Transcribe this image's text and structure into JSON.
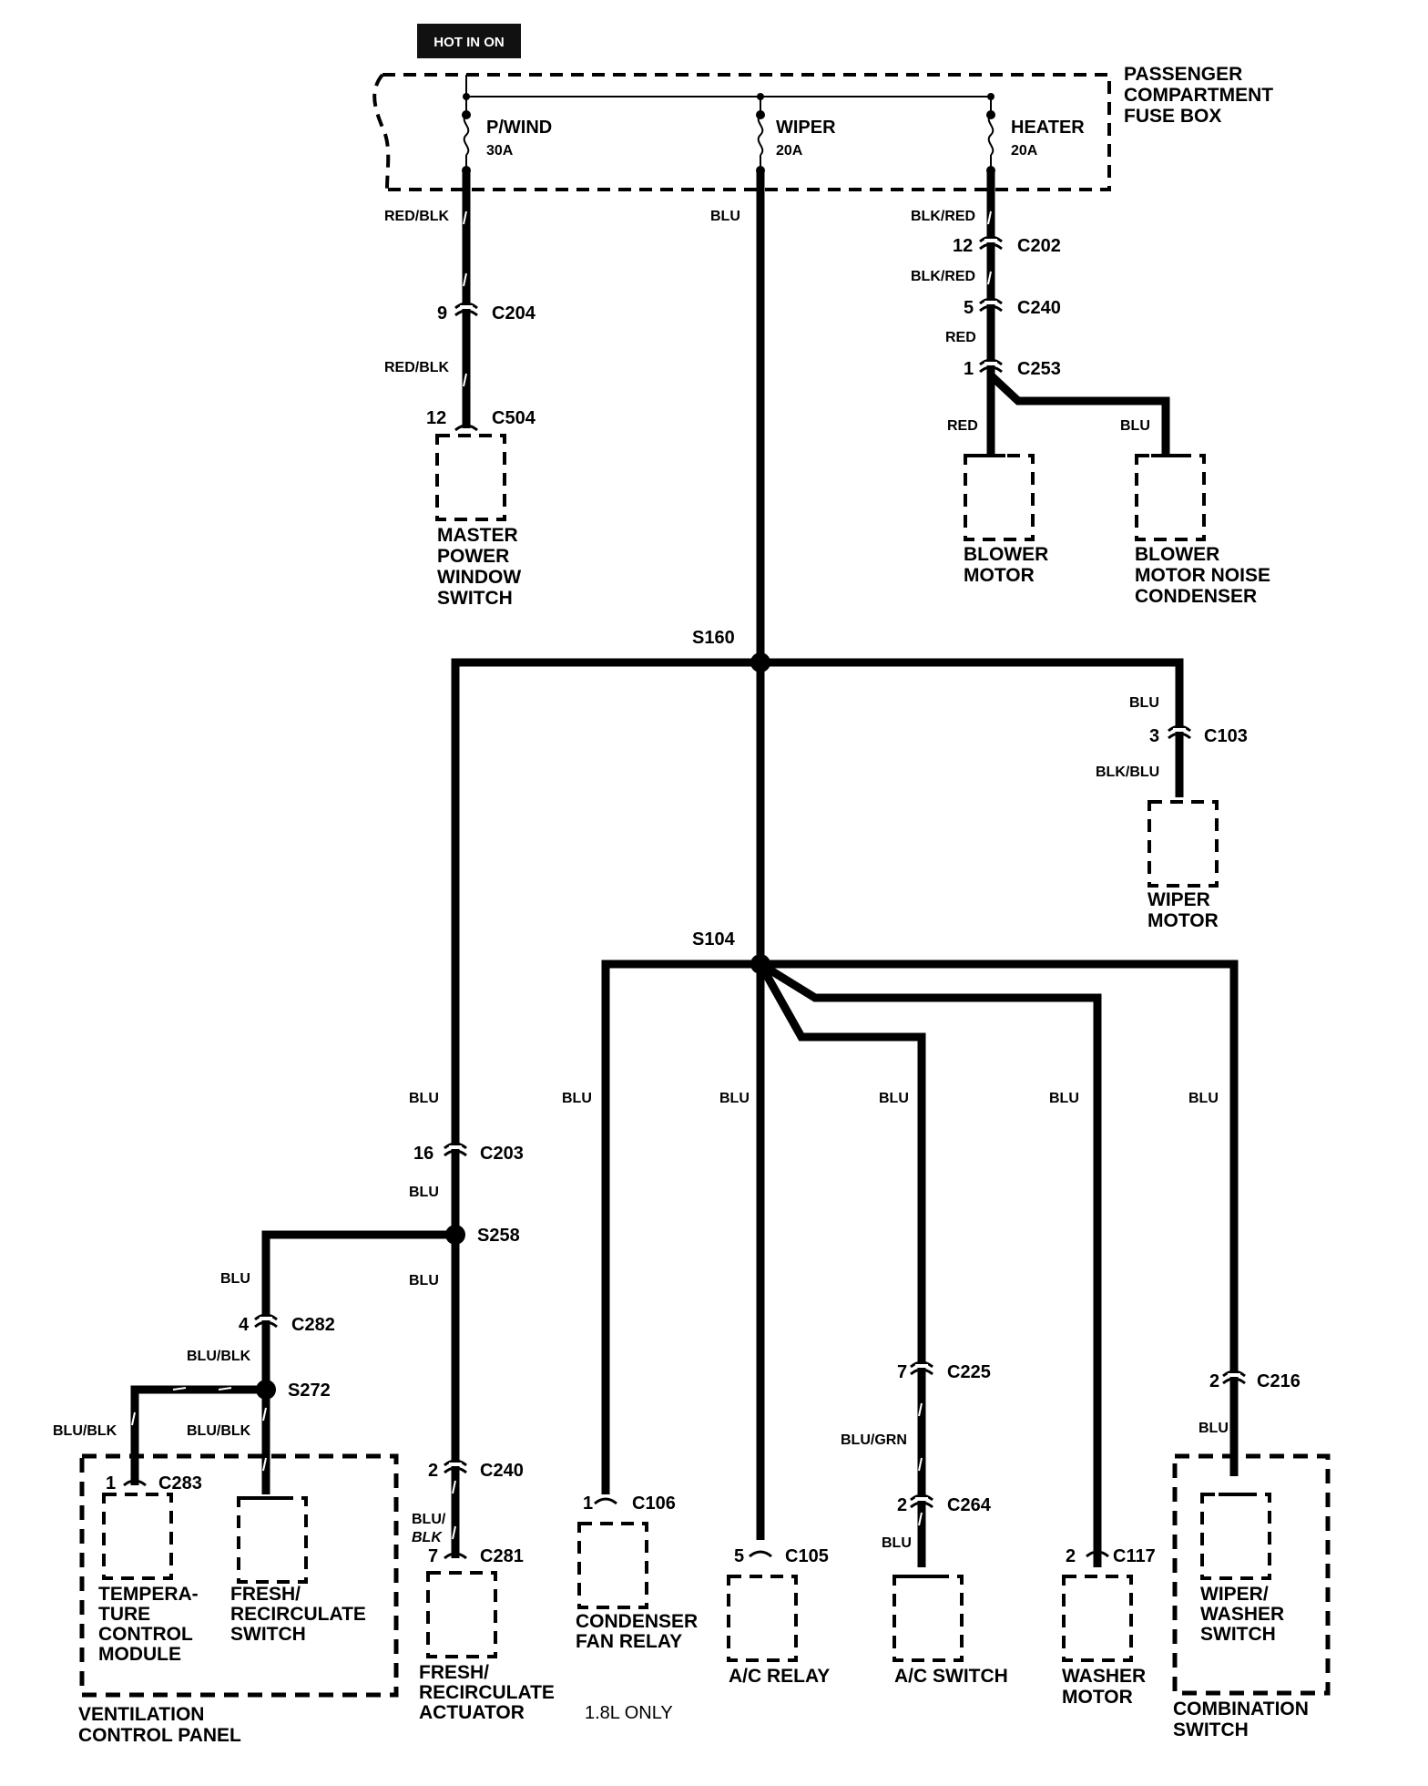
{
  "power": {
    "hot_label": "HOT IN ON"
  },
  "fusebox": {
    "name": [
      "PASSENGER",
      "COMPARTMENT",
      "FUSE BOX"
    ],
    "fuses": [
      {
        "name": "P/WIND",
        "rating": "30A"
      },
      {
        "name": "WIPER",
        "rating": "20A"
      },
      {
        "name": "HEATER",
        "rating": "20A"
      }
    ]
  },
  "wires": {
    "red_blk": "RED/BLK",
    "blu": "BLU",
    "blk_red": "BLK/RED",
    "red": "RED",
    "blk_blu": "BLK/BLU",
    "blu_blk": "BLU/BLK",
    "blu_grn": "BLU/GRN",
    "blu_slash": "BLU/",
    "blk": "BLK"
  },
  "connectors": {
    "c204": {
      "pin": "9",
      "name": "C204"
    },
    "c504": {
      "pin": "12",
      "name": "C504"
    },
    "c202": {
      "pin": "12",
      "name": "C202"
    },
    "c240_top": {
      "pin": "5",
      "name": "C240"
    },
    "c253": {
      "pin": "1",
      "name": "C253"
    },
    "c103": {
      "pin": "3",
      "name": "C103"
    },
    "c203": {
      "pin": "16",
      "name": "C203"
    },
    "c282": {
      "pin": "4",
      "name": "C282"
    },
    "c283": {
      "pin": "1",
      "name": "C283"
    },
    "c240_bot": {
      "pin": "2",
      "name": "C240"
    },
    "c281": {
      "pin": "7",
      "name": "C281"
    },
    "c106": {
      "pin": "1",
      "name": "C106"
    },
    "c105": {
      "pin": "5",
      "name": "C105"
    },
    "c225": {
      "pin": "7",
      "name": "C225"
    },
    "c264": {
      "pin": "2",
      "name": "C264"
    },
    "c117": {
      "pin": "2",
      "name": "C117"
    },
    "c216": {
      "pin": "2",
      "name": "C216"
    }
  },
  "splices": {
    "s160": "S160",
    "s104": "S104",
    "s258": "S258",
    "s272": "S272"
  },
  "components": {
    "master_window": [
      "MASTER",
      "POWER",
      "WINDOW",
      "SWITCH"
    ],
    "blower_motor": [
      "BLOWER",
      "MOTOR"
    ],
    "noise_condenser": [
      "BLOWER",
      "MOTOR NOISE",
      "CONDENSER"
    ],
    "wiper_motor": [
      "WIPER",
      "MOTOR"
    ],
    "temp_module": [
      "TEMPERA-",
      "TURE",
      "CONTROL",
      "MODULE"
    ],
    "fresh_switch": [
      "FRESH/",
      "RECIRCULATE",
      "SWITCH"
    ],
    "vent_panel": [
      "VENTILATION",
      "CONTROL PANEL"
    ],
    "fresh_actuator": [
      "FRESH/",
      "RECIRCULATE",
      "ACTUATOR"
    ],
    "condenser_relay": [
      "CONDENSER",
      "FAN RELAY"
    ],
    "note_18l": "1.8L ONLY",
    "ac_relay": "A/C RELAY",
    "ac_switch": "A/C SWITCH",
    "washer_motor": [
      "WASHER",
      "MOTOR"
    ],
    "wiper_washer": [
      "WIPER/",
      "WASHER",
      "SWITCH"
    ],
    "combination": [
      "COMBINATION",
      "SWITCH"
    ]
  }
}
